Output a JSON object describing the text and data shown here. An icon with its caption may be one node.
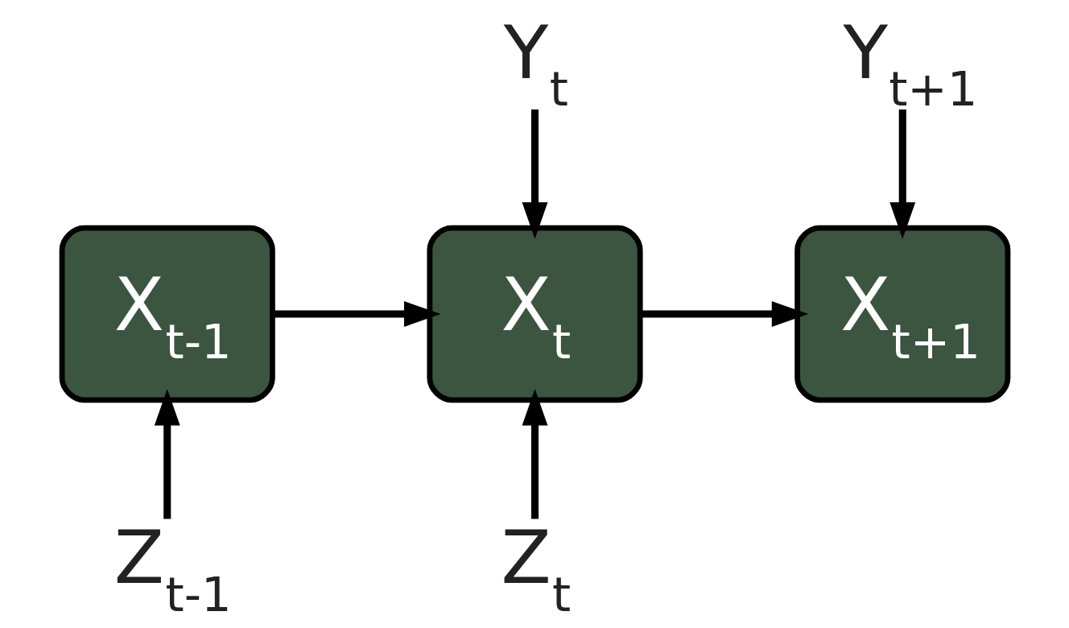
{
  "diagram": {
    "nodes": [
      {
        "text": [
          "Y$_{t}$"
        ]
      },
      {
        "text": [
          "Y$_{t+1}$"
        ]
      },
      {
        "text": [
          "X$_{t-1}$"
        ]
      },
      {
        "text": [
          "X$_{t}$"
        ]
      },
      {
        "text": [
          "X$_{t+1}$"
        ]
      },
      {
        "text": [
          "Z$_{t-1}$"
        ]
      },
      {
        "text": [
          "Z$_{t}$"
        ]
      }
    ],
    "edges": [
      {
        "from": 0,
        "to": 3,
        "arrow": "to"
      },
      {
        "from": 1,
        "to": 4,
        "arrow": "to"
      },
      {
        "from": 2,
        "to": 3,
        "arrow": "to"
      },
      {
        "from": 3,
        "to": 4,
        "arrow": "to"
      },
      {
        "from": 5,
        "to": 2,
        "arrow": "to"
      },
      {
        "from": 6,
        "to": 3,
        "arrow": "to"
      }
    ]
  }
}
